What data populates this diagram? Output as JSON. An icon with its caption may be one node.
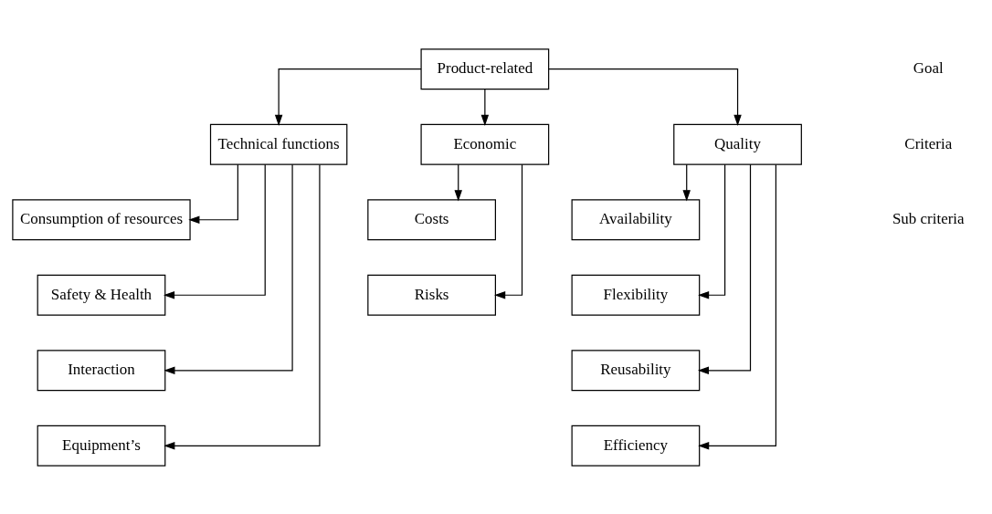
{
  "diagram": {
    "nodes": [
      {
        "text": [
          "Product-related"
        ]
      },
      {
        "text": [
          "Technical functions"
        ]
      },
      {
        "text": [
          "Economic"
        ]
      },
      {
        "text": [
          "Quality"
        ]
      },
      {
        "text": [
          "Consumption of resources"
        ]
      },
      {
        "text": [
          "Safety & Health"
        ]
      },
      {
        "text": [
          "Interaction"
        ]
      },
      {
        "text": [
          "Equipment’s"
        ]
      },
      {
        "text": [
          "Costs"
        ]
      },
      {
        "text": [
          "Risks"
        ]
      },
      {
        "text": [
          "Availability"
        ]
      },
      {
        "text": [
          "Flexibility"
        ]
      },
      {
        "text": [
          "Reusability"
        ]
      },
      {
        "text": [
          "Efficiency"
        ]
      }
    ],
    "edges": [
      {
        "from": 0,
        "to": 1,
        "arrow": "to"
      },
      {
        "from": 0,
        "to": 2,
        "arrow": "to"
      },
      {
        "from": 0,
        "to": 3,
        "arrow": "to"
      },
      {
        "from": 1,
        "to": 4,
        "arrow": "to"
      },
      {
        "from": 1,
        "to": 5,
        "arrow": "to"
      },
      {
        "from": 1,
        "to": 6,
        "arrow": "to"
      },
      {
        "from": 1,
        "to": 7,
        "arrow": "to"
      },
      {
        "from": 2,
        "to": 8,
        "arrow": "to"
      },
      {
        "from": 2,
        "to": 9,
        "arrow": "to"
      },
      {
        "from": 3,
        "to": 10,
        "arrow": "to"
      },
      {
        "from": 3,
        "to": 11,
        "arrow": "to"
      },
      {
        "from": 3,
        "to": 12,
        "arrow": "to"
      },
      {
        "from": 3,
        "to": 13,
        "arrow": "to"
      }
    ],
    "labels": [
      "Goal",
      "Criteria",
      "Sub criteria"
    ]
  }
}
